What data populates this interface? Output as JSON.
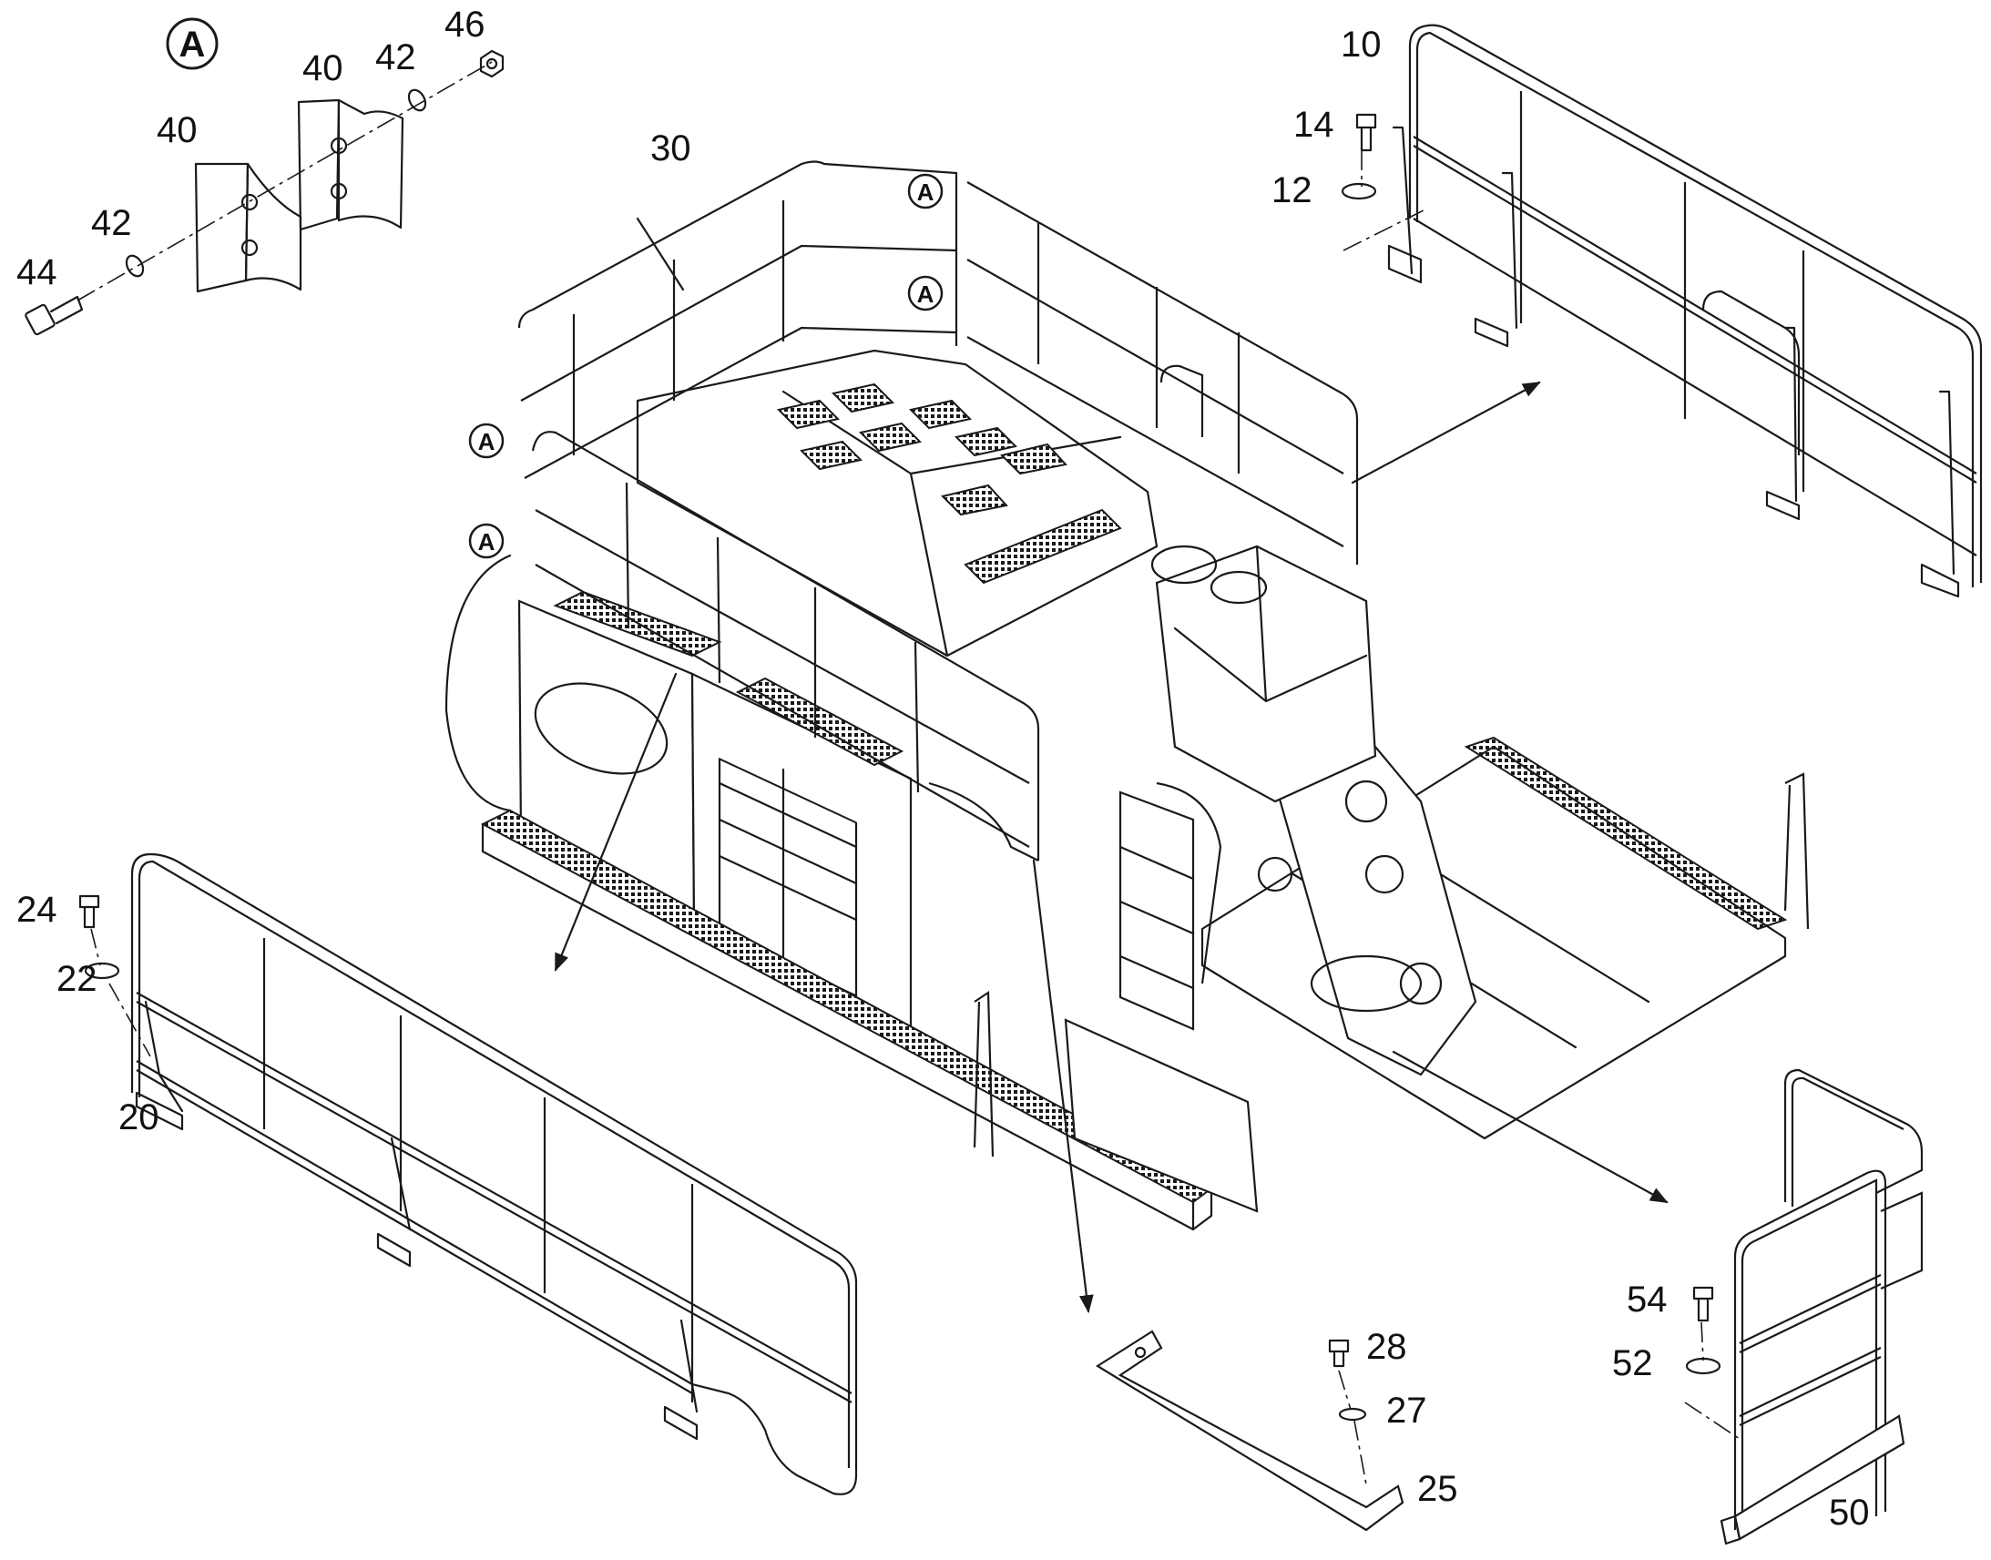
{
  "detail": {
    "letter": "A"
  },
  "detail_markers": [
    "A",
    "A",
    "A",
    "A"
  ],
  "callouts": {
    "c10": "10",
    "c12": "12",
    "c14": "14",
    "c20": "20",
    "c22": "22",
    "c24": "24",
    "c25": "25",
    "c27": "27",
    "c28": "28",
    "c30": "30",
    "c40a": "40",
    "c40b": "40",
    "c42a": "42",
    "c42b": "42",
    "c44": "44",
    "c46": "46",
    "c50": "50",
    "c52": "52",
    "c54": "54"
  },
  "colors": {
    "ink": "#1a1a1a",
    "background": "#ffffff"
  }
}
